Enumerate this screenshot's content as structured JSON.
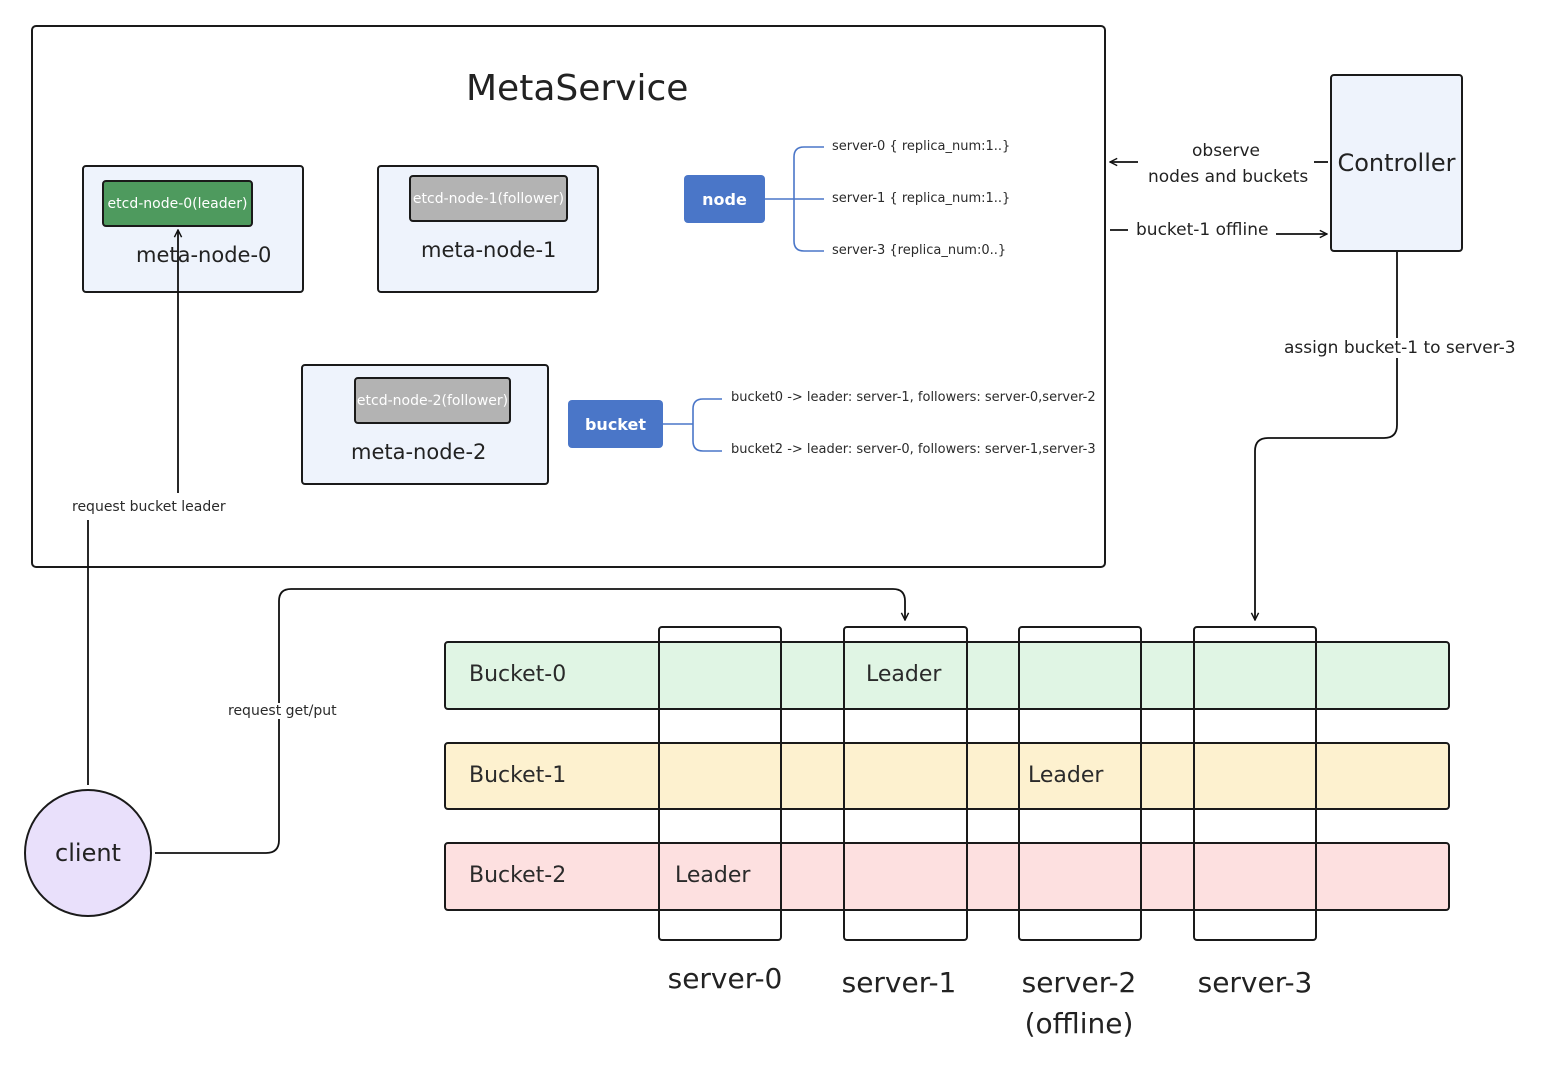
{
  "meta_service": {
    "title": "MetaService",
    "meta_nodes": [
      {
        "label": "meta-node-0",
        "etcd": "etcd-node-0(leader)",
        "role": "leader",
        "color": "#4e9a5e"
      },
      {
        "label": "meta-node-1",
        "etcd": "etcd-node-1(follower)",
        "role": "follower",
        "color": "#b3b3b3"
      },
      {
        "label": "meta-node-2",
        "etcd": "etcd-node-2(follower)",
        "role": "follower",
        "color": "#b3b3b3"
      }
    ],
    "node_tree": {
      "tag": "node",
      "items": [
        "server-0 { replica_num:1..}",
        "server-1 { replica_num:1..}",
        "server-3 {replica_num:0..}"
      ]
    },
    "bucket_tree": {
      "tag": "bucket",
      "items": [
        "bucket0 -> leader: server-1, followers: server-0,server-2",
        "bucket2 -> leader: server-0, followers: server-1,server-3"
      ]
    }
  },
  "controller": {
    "label": "Controller",
    "observe_line1": "observe",
    "observe_line2": "nodes and buckets",
    "offline_event": "bucket-1 offline",
    "assign_action": "assign bucket-1 to server-3"
  },
  "client": {
    "label": "client",
    "request_leader": "request bucket leader",
    "request_getput": "request get/put"
  },
  "buckets": [
    {
      "label": "Bucket-0",
      "leader_text": "Leader",
      "leader_server": "server-1",
      "color": "#e0f5e4"
    },
    {
      "label": "Bucket-1",
      "leader_text": "Leader",
      "leader_server": "server-2",
      "color": "#fdf1cf"
    },
    {
      "label": "Bucket-2",
      "leader_text": "Leader",
      "leader_server": "server-0",
      "color": "#fde0e0"
    }
  ],
  "servers": [
    {
      "name": "server-0",
      "status": ""
    },
    {
      "name": "server-1",
      "status": ""
    },
    {
      "name": "server-2",
      "status": "(offline)"
    },
    {
      "name": "server-3",
      "status": ""
    }
  ],
  "colors": {
    "tag_blue": "#4a76c8",
    "tree_line": "#4a76c8",
    "meta_node_fill": "#eef3fc",
    "client_fill": "#e9e0fb"
  }
}
